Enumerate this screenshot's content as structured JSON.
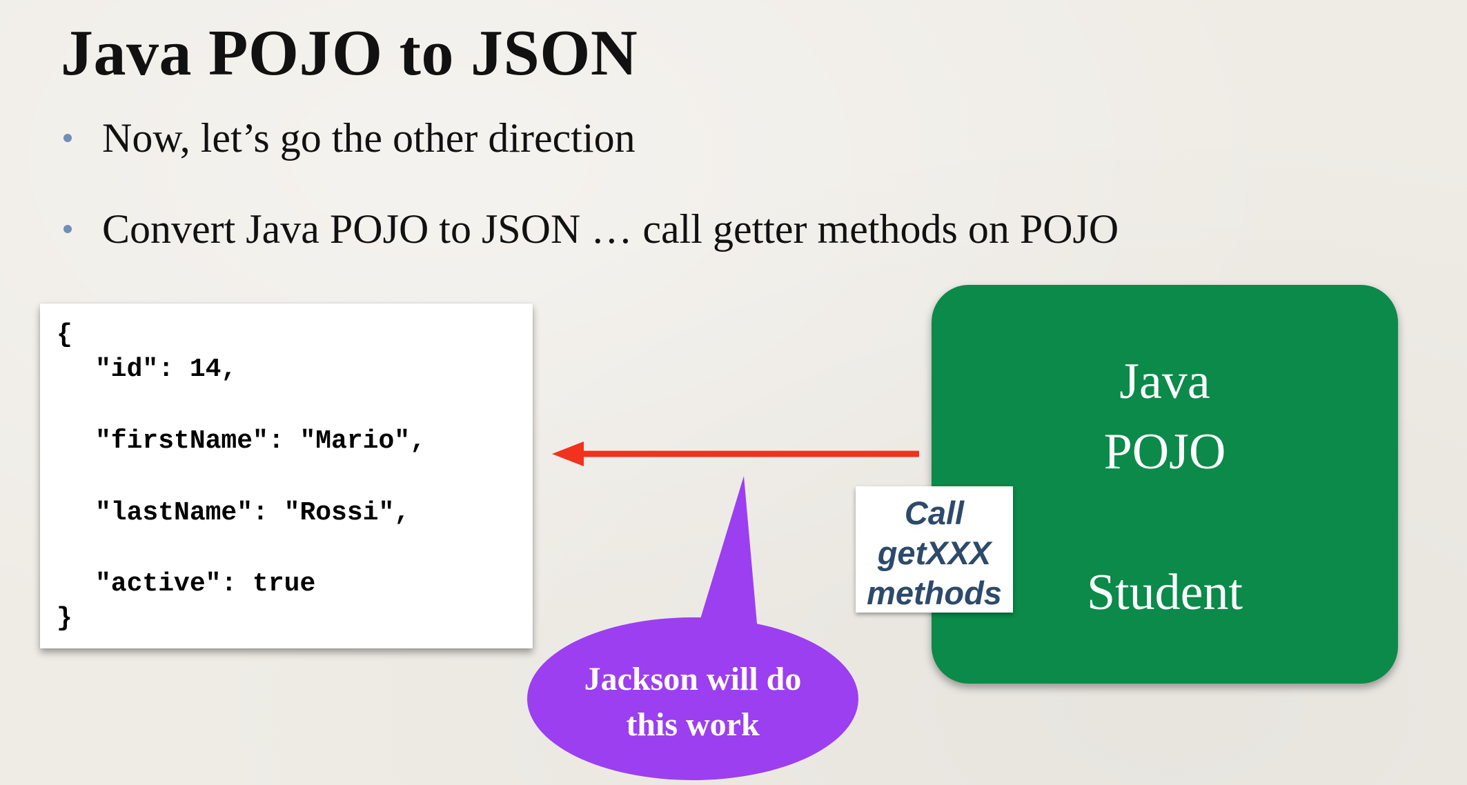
{
  "slide": {
    "title": "Java POJO to JSON",
    "bullets": [
      "Now, let’s go the other direction",
      "Convert Java POJO to JSON … call getter methods on POJO"
    ]
  },
  "json_example": {
    "open_brace": "{",
    "lines": [
      "\"id\": 14,",
      "\"firstName\": \"Mario\",",
      "\"lastName\": \"Rossi\",",
      "\"active\": true"
    ],
    "close_brace": "}"
  },
  "pojo": {
    "line1": "Java",
    "line2": "POJO",
    "line3": "Student",
    "color": "#0b8a4a"
  },
  "getter_label": {
    "line1": "Call",
    "line2": "getXXX",
    "line3": "methods",
    "color": "#2d4a6b"
  },
  "arrow": {
    "color": "#f0321e",
    "direction": "left"
  },
  "callout": {
    "line1": "Jackson will do",
    "line2": "this work",
    "color": "#9b3ff0"
  }
}
